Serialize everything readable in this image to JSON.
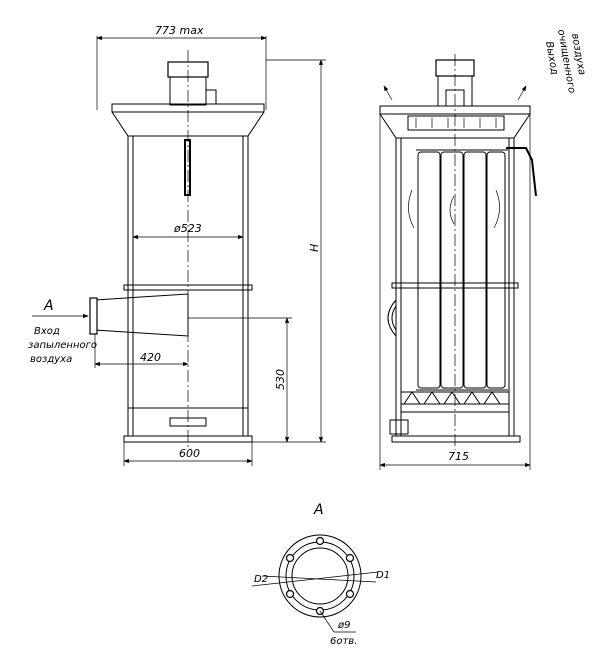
{
  "dimensions": {
    "width_max": "773 max",
    "diameter_body": "ø523",
    "height": "H",
    "inlet_offset": "420",
    "inlet_height": "530",
    "base_width": "600",
    "side_width": "715"
  },
  "labels": {
    "view_a": "A",
    "inlet_line1": "Вход",
    "inlet_line2": "запыленного",
    "inlet_line3": "воздуха",
    "outlet_line1": "Выход",
    "outlet_line2": "очищенного",
    "outlet_line3": "воздуха",
    "view_a_title": "A",
    "d1": "D1",
    "d2": "D2",
    "hole_diameter": "ø9",
    "hole_count": "6отв."
  }
}
